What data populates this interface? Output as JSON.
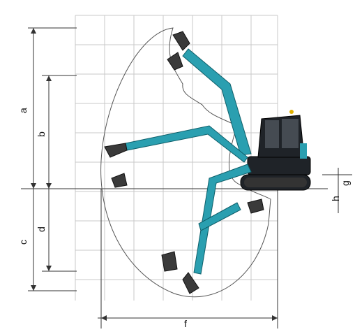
{
  "diagram": {
    "dimension_labels": {
      "a": "a",
      "b": "b",
      "c": "c",
      "d": "d",
      "f": "f",
      "g": "g",
      "h": "h"
    },
    "colors": {
      "boom": "#2a9fb0",
      "grid": "#c9c9c9",
      "bucket": "#3a3a3a",
      "cab": "#1f2328"
    }
  }
}
